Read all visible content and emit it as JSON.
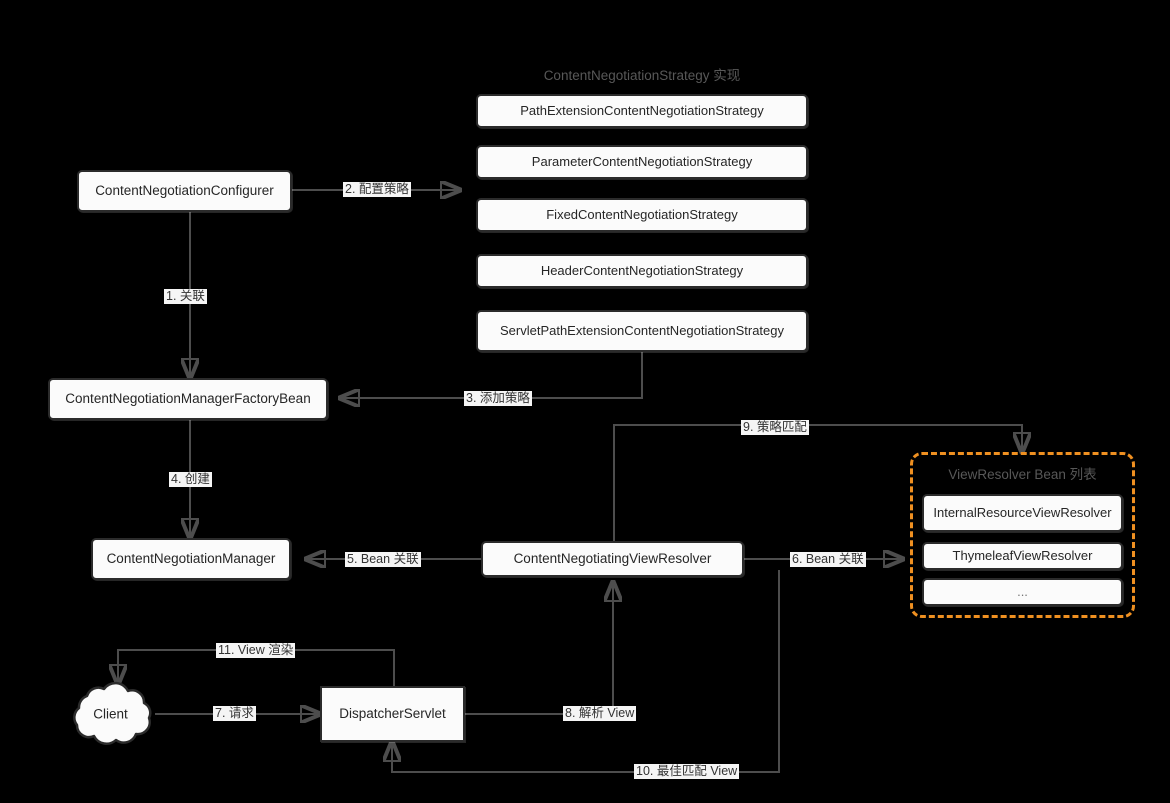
{
  "diagram": {
    "title_strategy_group": "ContentNegotiationStrategy 实现",
    "colors": {
      "accent_orange": "#ef9021",
      "node_border": "#2b2b2b",
      "wire": "#4d4d4d",
      "canvas": "#000000"
    }
  },
  "strategies": [
    {
      "label": "PathExtensionContentNegotiationStrategy"
    },
    {
      "label": "ParameterContentNegotiationStrategy"
    },
    {
      "label": "FixedContentNegotiationStrategy"
    },
    {
      "label": "HeaderContentNegotiationStrategy"
    },
    {
      "label": "ServletPathExtensionContentNegotiationStrategy"
    }
  ],
  "nodes": {
    "configurer": "ContentNegotiationConfigurer",
    "factory_bean": "ContentNegotiationManagerFactoryBean",
    "manager": "ContentNegotiationManager",
    "negotiating_view_resolver": "ContentNegotiatingViewResolver",
    "dispatcher_servlet": "DispatcherServlet",
    "client": "Client"
  },
  "view_resolver_group": {
    "title": "ViewResolver Bean 列表",
    "items": [
      {
        "label": "InternalResourceViewResolver"
      },
      {
        "label": "ThymeleafViewResolver"
      },
      {
        "label": "..."
      }
    ]
  },
  "edges": [
    {
      "id": "e1",
      "label": "1. 关联"
    },
    {
      "id": "e2",
      "label": "2. 配置策略"
    },
    {
      "id": "e3",
      "label": "3. 添加策略"
    },
    {
      "id": "e4",
      "label": "4. 创建"
    },
    {
      "id": "e5",
      "label": "5. Bean 关联"
    },
    {
      "id": "e6",
      "label": "6. Bean 关联"
    },
    {
      "id": "e7",
      "label": "7. 请求"
    },
    {
      "id": "e8",
      "label": "8. 解析 View"
    },
    {
      "id": "e9",
      "label": "9. 策略匹配"
    },
    {
      "id": "e10",
      "label": "10. 最佳匹配 View"
    },
    {
      "id": "e11",
      "label": "11. View 渲染"
    }
  ]
}
